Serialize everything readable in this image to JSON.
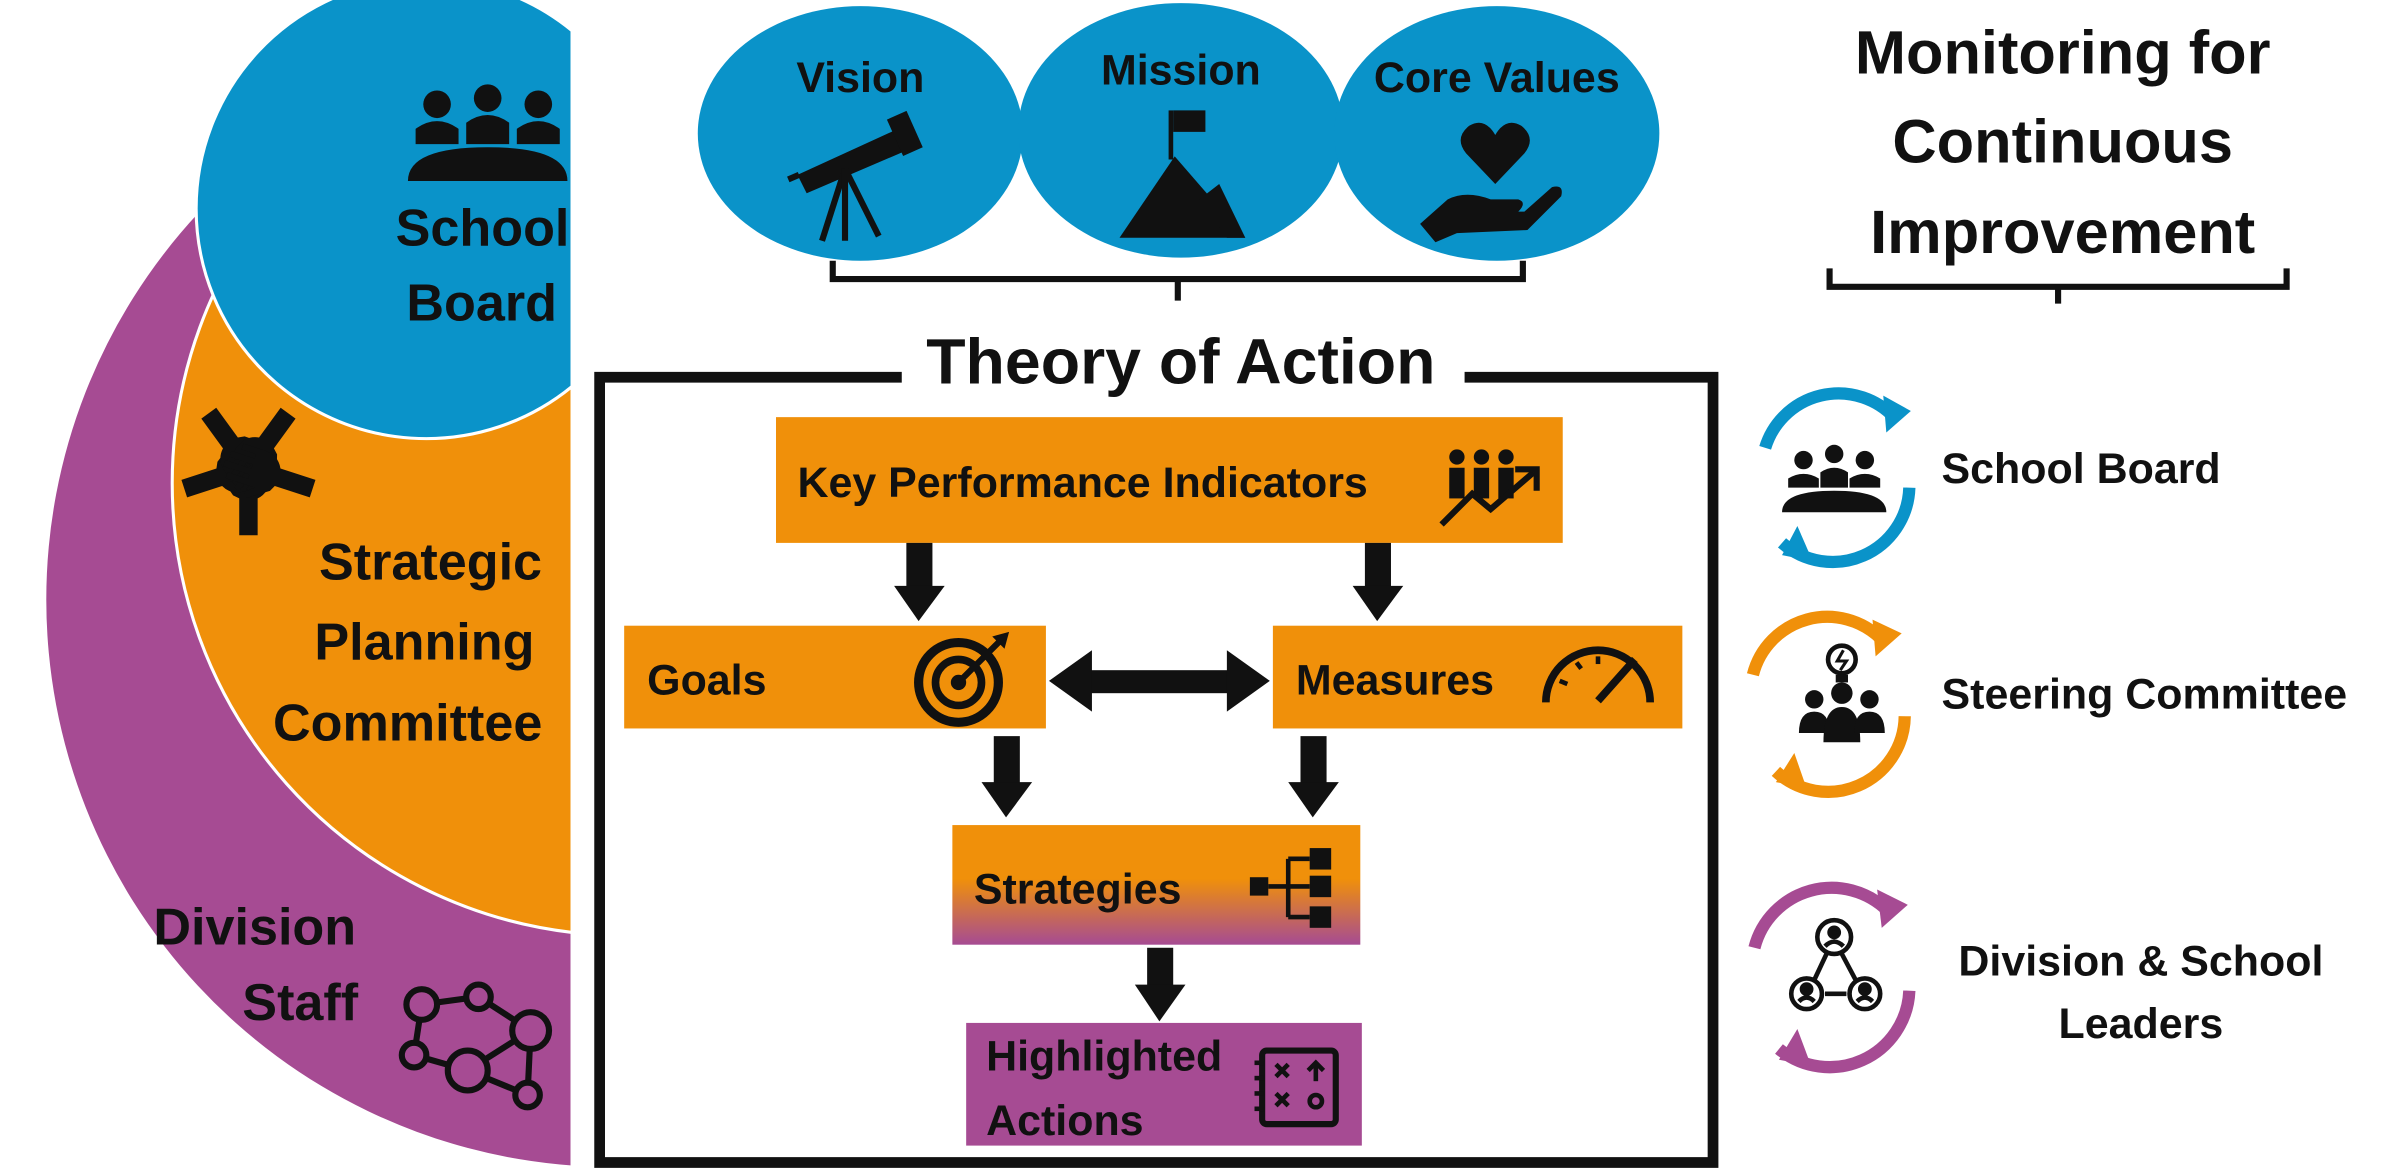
{
  "colors": {
    "orange": "#F0900A",
    "blue": "#0A93C9",
    "purple": "#A64B93",
    "black": "#111111"
  },
  "circles": [
    {
      "label": "Vision",
      "icon": "telescope-icon"
    },
    {
      "label": "Mission",
      "icon": "mountain-flag-icon"
    },
    {
      "label": "Core Values",
      "icon": "heart-hand-icon"
    }
  ],
  "left_rings": {
    "school_board": [
      "School",
      "Board"
    ],
    "strategic_planning": [
      "Strategic",
      "Planning",
      "Committee"
    ],
    "division_staff": [
      "Division",
      "Staff"
    ],
    "icons": [
      "board-meeting-icon",
      "hands-circle-icon",
      "network-icon"
    ]
  },
  "theory": {
    "title": "Theory of Action",
    "kpi": "Key Performance Indicators",
    "goals": "Goals",
    "measures": "Measures",
    "strategies": "Strategies",
    "highlighted": [
      "Highlighted",
      "Actions"
    ]
  },
  "monitoring": {
    "title": [
      "Monitoring for",
      "Continuous",
      "Improvement"
    ],
    "items": [
      {
        "label": [
          "School Board"
        ],
        "color": "#0A93C9",
        "icon": "board-meeting-icon"
      },
      {
        "label": [
          "Steering Committee"
        ],
        "color": "#F0900A",
        "icon": "group-lightbulb-icon"
      },
      {
        "label": [
          "Division & School",
          "Leaders"
        ],
        "color": "#A64B93",
        "icon": "org-chart-icon"
      }
    ]
  }
}
